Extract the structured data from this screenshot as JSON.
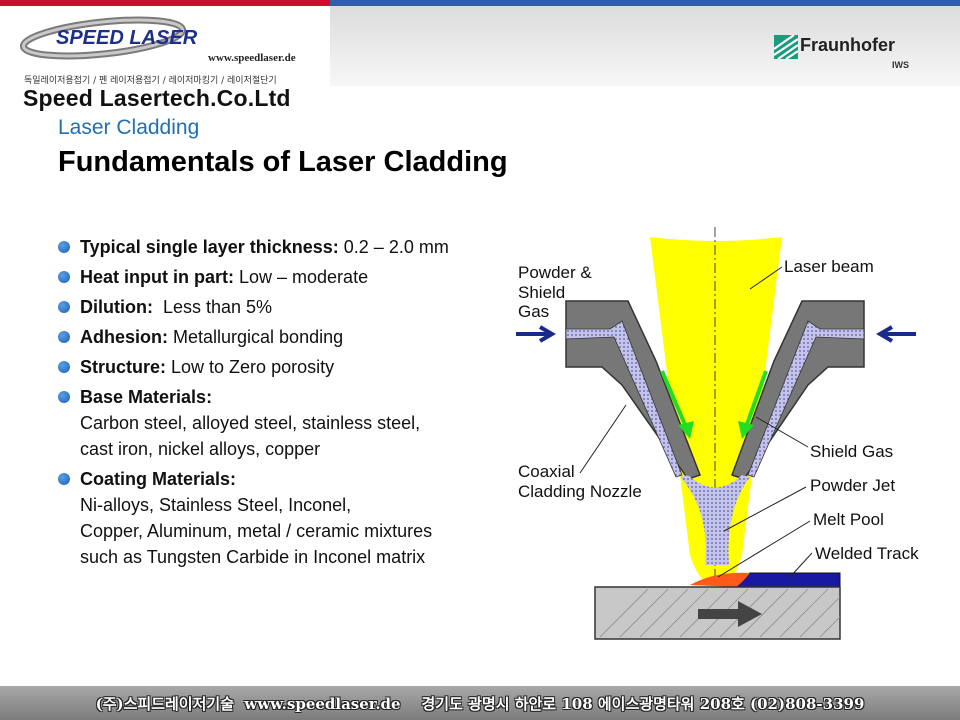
{
  "header": {
    "logo_text": "SPEED LASER",
    "logo_url": "www.speedlaser.de",
    "logo_korean": "독일레이저용접기 / 펜 레이저용접기 / 레이저마킹기 / 레이저절단기",
    "company": "Speed Lasertech.Co.Ltd",
    "partner_name": "Fraunhofer",
    "partner_sub": "IWS"
  },
  "slide": {
    "section": "Laser Cladding",
    "title": "Fundamentals of Laser Cladding"
  },
  "bullets": [
    {
      "label": "Typical single layer thickness:",
      "value": " 0.2 – 2.0 mm"
    },
    {
      "label": "Heat input in part:",
      "value": " Low – moderate"
    },
    {
      "label": "Dilution:",
      "value": "  Less than 5%"
    },
    {
      "label": "Adhesion:",
      "value": " Metallurgical bonding"
    },
    {
      "label": "Structure:",
      "value": " Low to Zero porosity"
    },
    {
      "label": "Base Materials:",
      "lines": [
        "Carbon steel, alloyed steel, stainless steel,",
        "cast iron, nickel alloys, copper"
      ]
    },
    {
      "label": "Coating Materials:",
      "lines": [
        "Ni-alloys, Stainless Steel, Inconel,",
        "Copper, Aluminum, metal / ceramic mixtures",
        "such as Tungsten Carbide in Inconel matrix"
      ]
    }
  ],
  "diagram": {
    "powder_gas_label": [
      "Powder &",
      "Shield",
      "Gas"
    ],
    "laser_beam": "Laser beam",
    "shield_gas": "Shield Gas",
    "nozzle_label": [
      "Coaxial",
      "Cladding Nozzle"
    ],
    "powder_jet": "Powder Jet",
    "melt_pool": "Melt Pool",
    "welded_track": "Welded Track",
    "colors": {
      "beam": "#ffff00",
      "nozzle": "#777777",
      "powder": "#b8b8e0",
      "arrow_gas": "#1a2a8a",
      "arrow_flow": "#22dd22",
      "track": "#1a1aa0",
      "melt": "#ff5a1a",
      "substrate": "#c8c8c8"
    }
  },
  "footer": {
    "text": "(주)스피드레이저기술  www.speedlaser.de    경기도 광명시 하안로 108 에이스광명타워 208호 (02)808-3399"
  }
}
